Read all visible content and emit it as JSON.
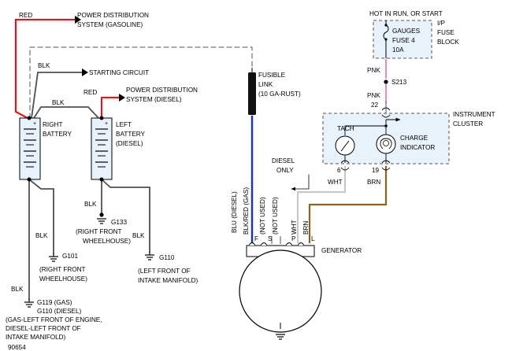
{
  "labels": {
    "red_top": "RED",
    "pd_gas_1": "POWER DISTRIBUTION",
    "pd_gas_2": "SYSTEM  (GASOLINE)",
    "blk_start": "BLK",
    "starting_circuit": "STARTING CIRCUIT",
    "red_diesel": "RED",
    "pd_diesel_1": "POWER DISTRIBUTION",
    "pd_diesel_2": "SYSTEM  (DIESEL)",
    "blk_mid": "BLK",
    "right_battery_1": "RIGHT",
    "right_battery_2": "BATTERY",
    "left_battery_1": "LEFT",
    "left_battery_2": "BATTERY",
    "left_battery_3": "(DIESEL)",
    "blk_g133": "BLK",
    "g133": "G133",
    "g133_desc_1": "(RIGHT FRONT",
    "g133_desc_2": "WHEELHOUSE)",
    "blk_g101": "BLK",
    "g101": "G101",
    "g101_desc_1": "(RIGHT FRONT",
    "g101_desc_2": "WHEELHOUSE)",
    "blk_g110": "BLK",
    "g110": "G110",
    "g110_desc_1": "(LEFT FRONT OF",
    "g110_desc_2": "INTAKE MANIFOLD)",
    "blk_g119": "BLK",
    "g119_1": "G119 (GAS)",
    "g119_2": "G110 (DIESEL)",
    "g119_desc_1": "(GAS-LEFT FRONT OF ENGINE,",
    "g119_desc_2": "DIESEL-LEFT FRONT OF",
    "g119_desc_3": "INTAKE MANIFOLD)",
    "figure_number": "90654",
    "fusible_1": "FUSIBLE",
    "fusible_2": "LINK",
    "fusible_3": "(10 GA-RUST)",
    "hot_in_run": "HOT IN RUN, OR START",
    "gauges_1": "GAUGES",
    "gauges_2": "FUSE 4",
    "gauges_3": "10A",
    "ip_1": "I/P",
    "ip_2": "FUSE",
    "ip_3": "BLOCK",
    "pnk_top": "PNK",
    "s213": "S213",
    "pnk_bottom": "PNK",
    "pin_22": "22",
    "instrument_1": "INSTRUMENT",
    "instrument_2": "CLUSTER",
    "tach": "TACH",
    "charge_1": "CHARGE",
    "charge_2": "INDICATOR",
    "diesel_only_1": "DIESEL",
    "diesel_only_2": "ONLY",
    "pin_6": "6",
    "pin_19": "19",
    "wht": "WHT",
    "brn": "BRN",
    "v_blu": "BLU  (DIESEL)",
    "v_blkred": "BLK/RED  (GAS)",
    "v_notused_1": "(NOT USED)",
    "v_notused_2": "(NOT USED)",
    "v_wht": "WHT",
    "v_brn": "BRN",
    "term_f": "F",
    "term_s": "S",
    "term_p": "P",
    "term_l": "L",
    "generator": "GENERATOR"
  },
  "colors": {
    "red_wire": "#e3141b",
    "blu_wire": "#1a2ec9",
    "pnk_wire": "#e98ab8",
    "brn_wire": "#8b6320",
    "wht_wire": "#c8c8c8",
    "blk_wire": "#505050",
    "box_fill": "#e7f2fa"
  }
}
